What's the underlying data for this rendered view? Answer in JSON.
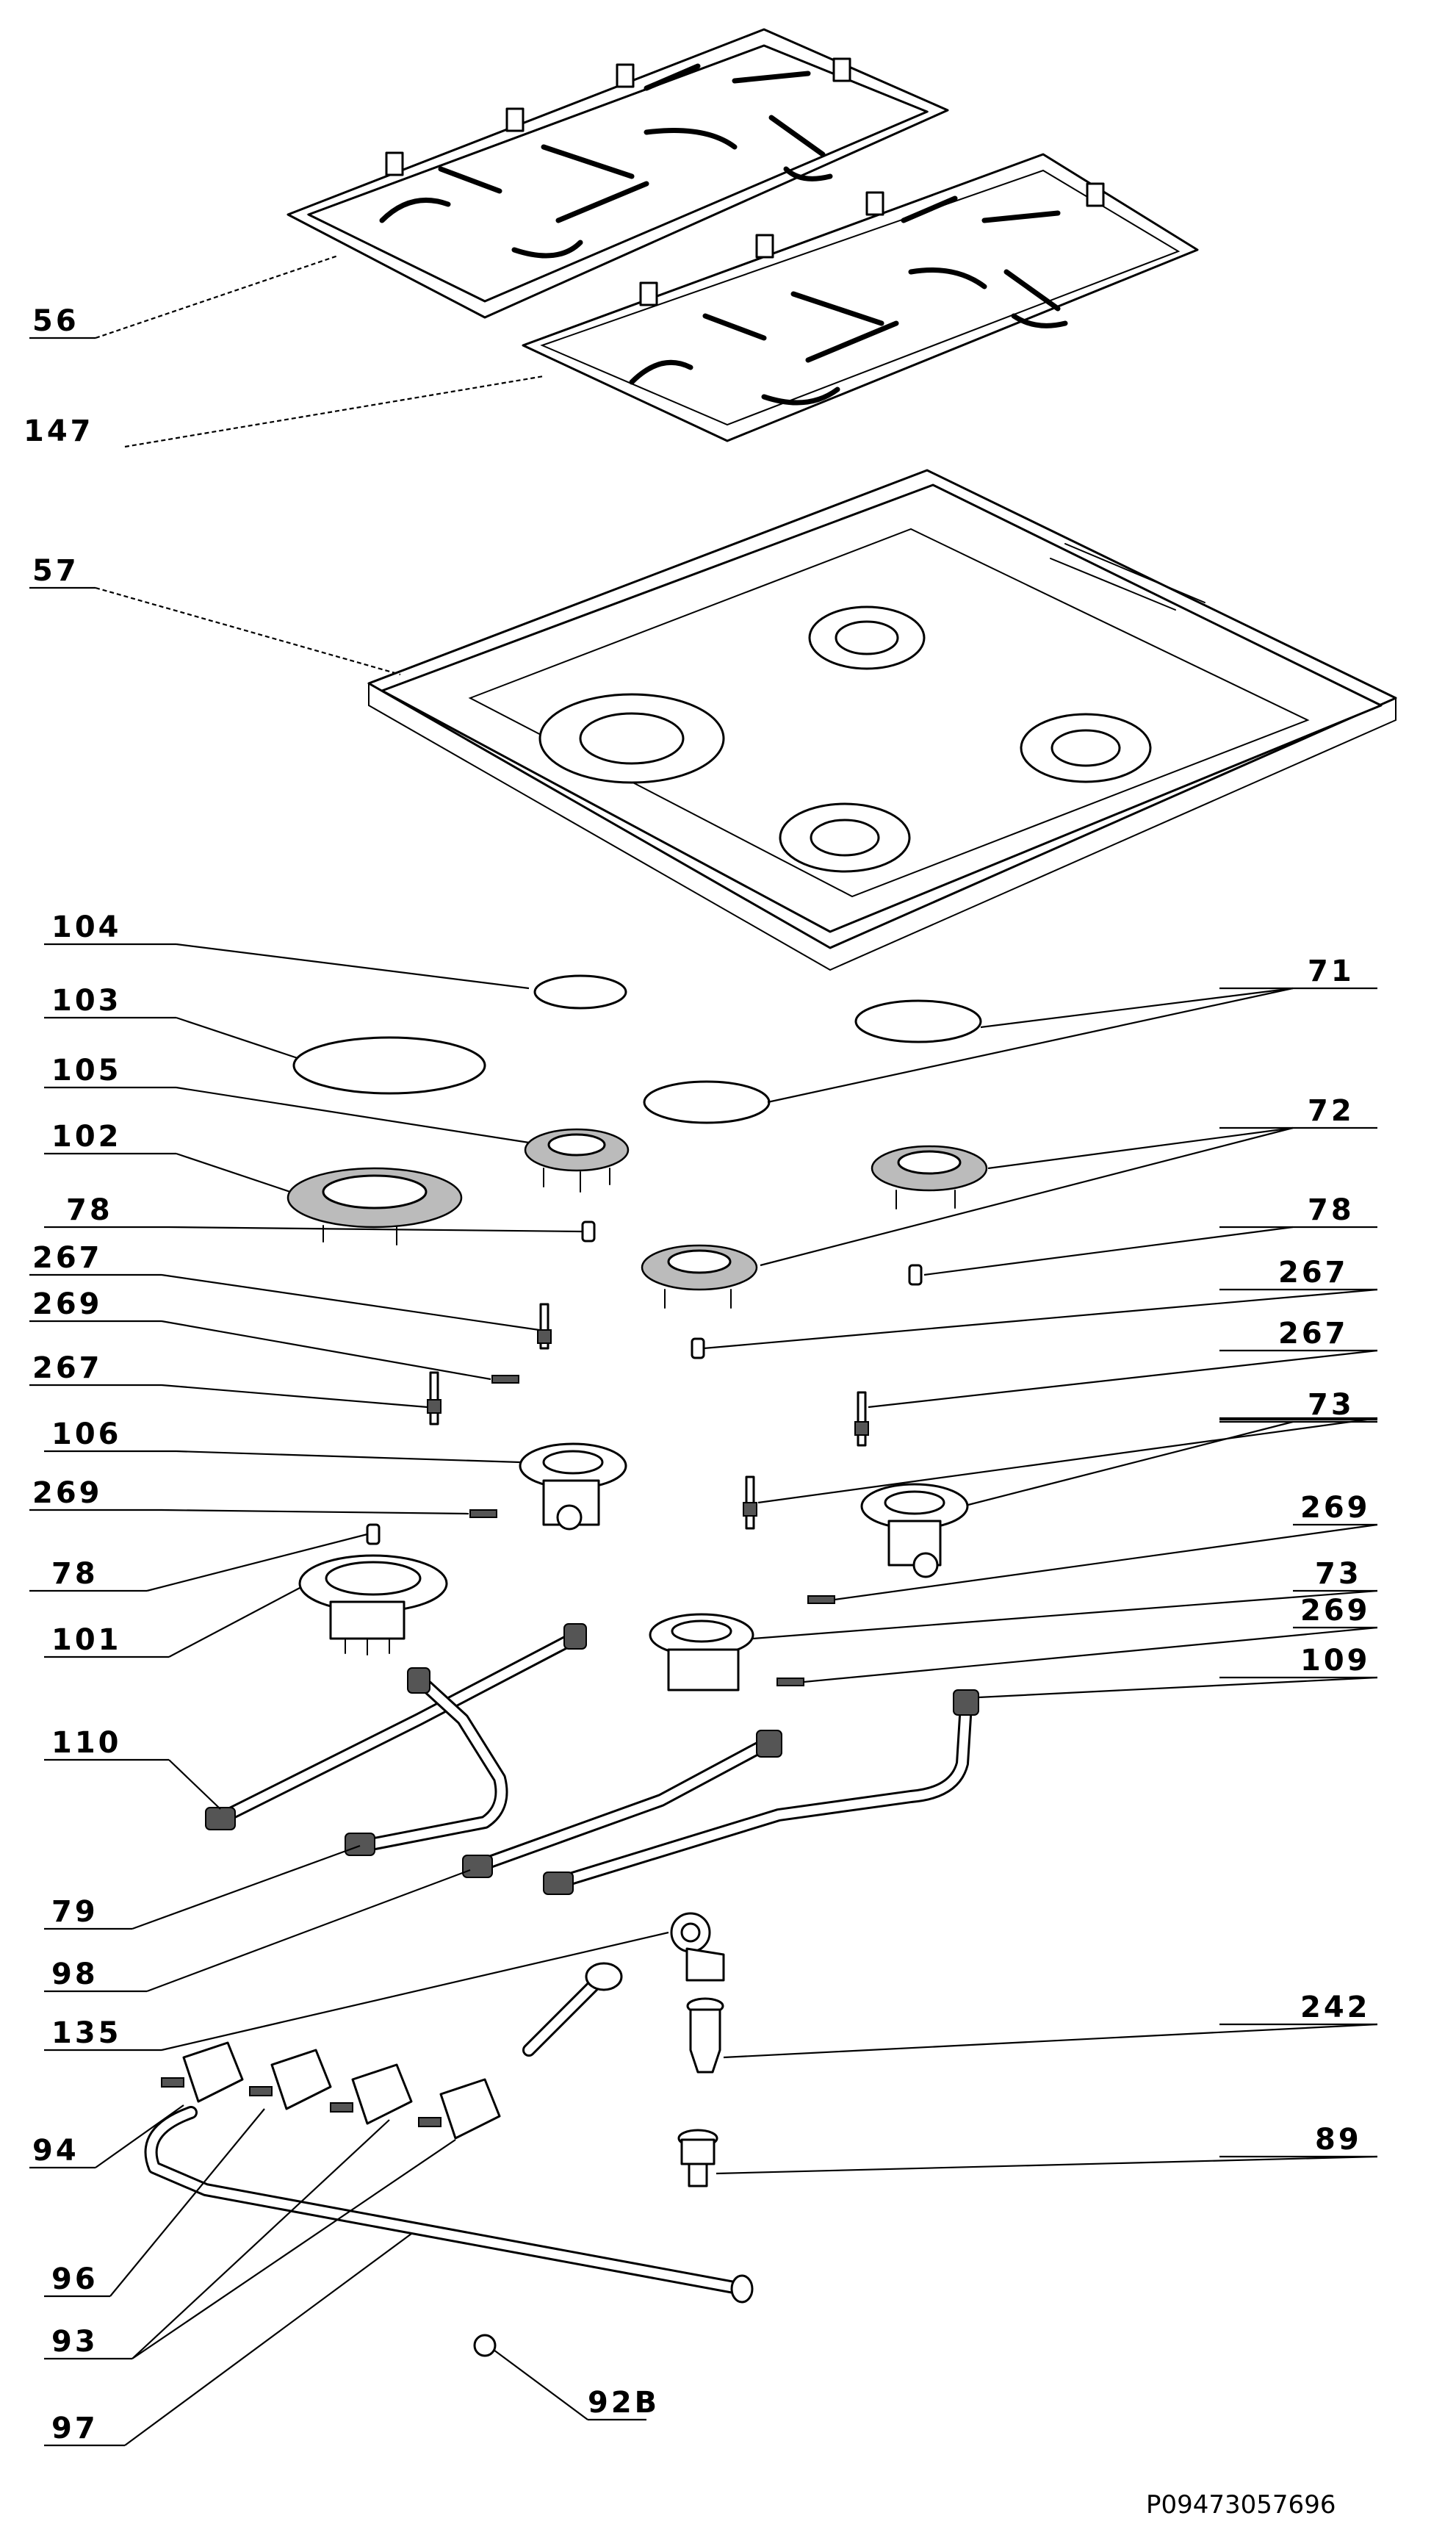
{
  "diagram": {
    "labels": {
      "l56": "56",
      "l147": "147",
      "l57": "57",
      "l104": "104",
      "l71": "71",
      "l103": "103",
      "l105": "105",
      "l72": "72",
      "l102": "102",
      "l78a": "78",
      "l78b": "78",
      "l267a": "267",
      "l267b": "267",
      "l269a": "269",
      "l267c": "267",
      "l267d": "267",
      "l73a": "73",
      "l106": "106",
      "l269b": "269",
      "l269c": "269",
      "l78c": "78",
      "l73b": "73",
      "l269d": "269",
      "l101": "101",
      "l109": "109",
      "l110": "110",
      "l79": "79",
      "l98": "98",
      "l135": "135",
      "l242": "242",
      "l94": "94",
      "l89": "89",
      "l96": "96",
      "l93": "93",
      "l92B": "92B",
      "l97": "97"
    },
    "drawing_code": "P09473057696"
  }
}
